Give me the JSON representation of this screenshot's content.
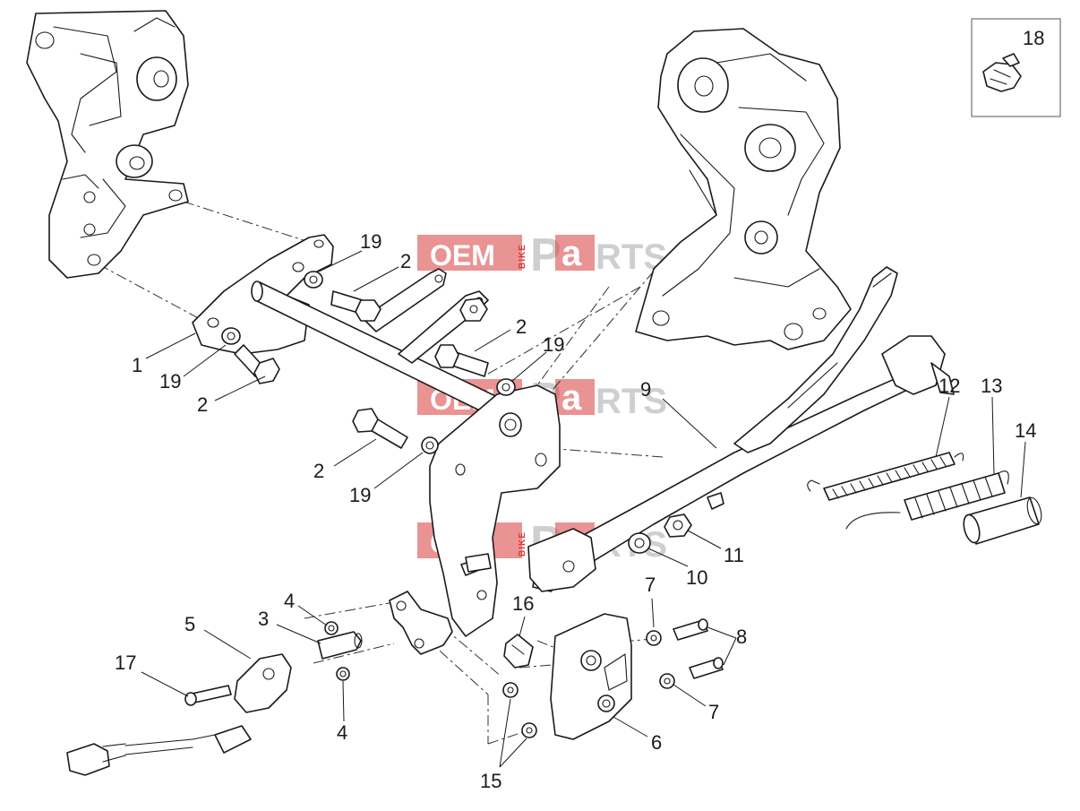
{
  "watermark": {
    "oem": "OEM",
    "bike": "BIKE",
    "p": "P",
    "a": "a",
    "rts": "RTS",
    "accent_color": "#d83a3a",
    "gray_color": "#cfcfcf"
  },
  "callouts": {
    "c1": "1",
    "c2a": "2",
    "c2b": "2",
    "c2c": "2",
    "c2d": "2",
    "c3": "3",
    "c4a": "4",
    "c4b": "4",
    "c5": "5",
    "c6": "6",
    "c7a": "7",
    "c7b": "7",
    "c8": "8",
    "c9": "9",
    "c10": "10",
    "c11": "11",
    "c12": "12",
    "c13": "13",
    "c14": "14",
    "c15": "15",
    "c16": "16",
    "c17": "17",
    "c18": "18",
    "c19a": "19",
    "c19b": "19",
    "c19c": "19",
    "c19d": "19"
  }
}
